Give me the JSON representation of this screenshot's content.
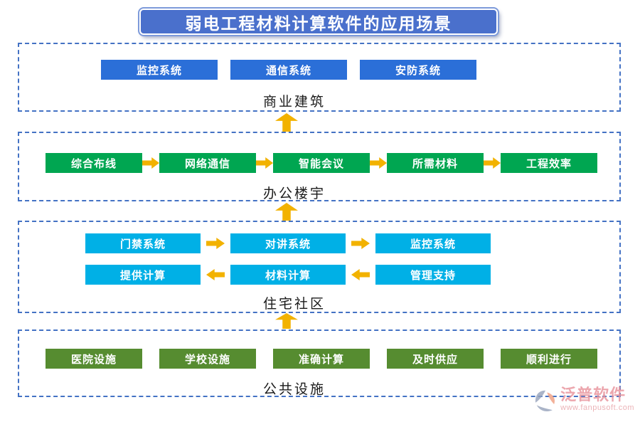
{
  "title": "弱电工程材料计算软件的应用场景",
  "colors": {
    "title_bg": "#4a70cc",
    "dashed_border": "#4472c4",
    "blue_btn": "#2b6fd8",
    "green_btn": "#00a651",
    "cyan_btn": "#00b0e6",
    "olive_btn": "#568c30",
    "arrow": "#f2b200"
  },
  "sections": [
    {
      "label": "商业建筑",
      "buttons": [
        "监控系统",
        "通信系统",
        "安防系统"
      ]
    },
    {
      "label": "办公楼宇",
      "buttons": [
        "综合布线",
        "网络通信",
        "智能会议",
        "所需材料",
        "工程效率"
      ]
    },
    {
      "label": "住宅社区",
      "rows": [
        [
          "门禁系统",
          "对讲系统",
          "监控系统"
        ],
        [
          "提供计算",
          "材料计算",
          "管理支持"
        ]
      ]
    },
    {
      "label": "公共设施",
      "buttons": [
        "医院设施",
        "学校设施",
        "准确计算",
        "及时供应",
        "顺利进行"
      ]
    }
  ],
  "watermark": {
    "name": "泛普软件",
    "url": "www.fanpusoft.com"
  }
}
